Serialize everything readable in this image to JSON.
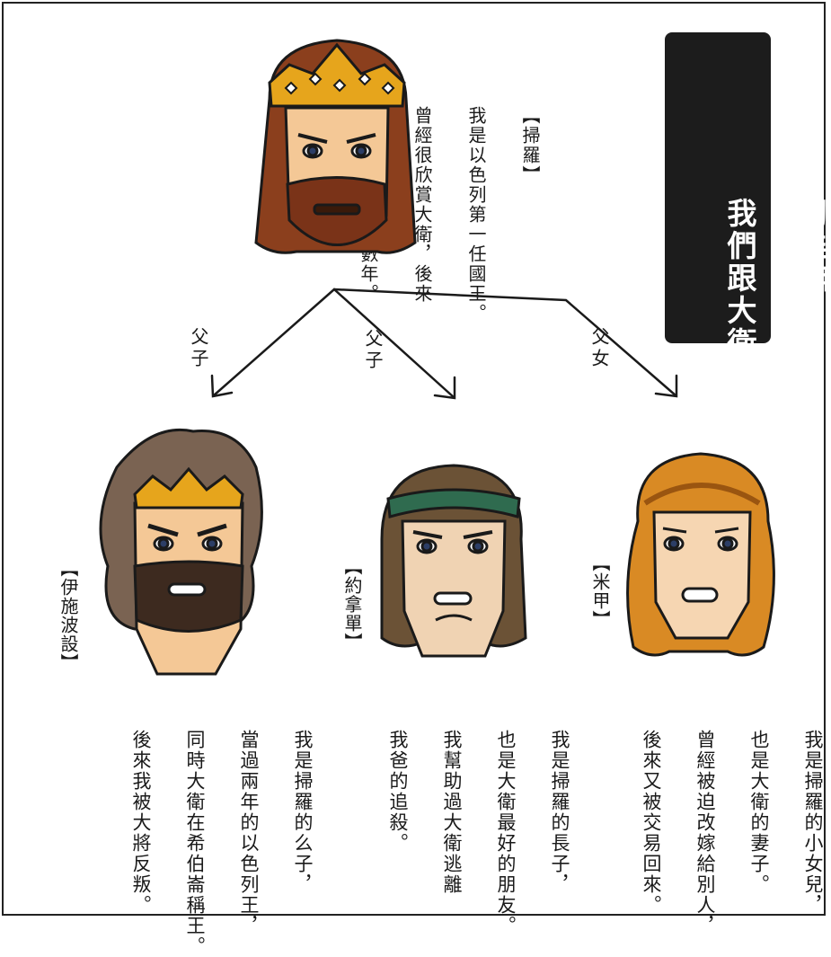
{
  "title": {
    "lines": [
      "那些年，",
      "我們跟大衛的淵源！"
    ]
  },
  "saul": {
    "name": "【掃羅】",
    "desc": [
      "我是以色列第一任國王。",
      "曾經很欣賞大衛，後來",
      "追殺大衛，纏鬥數年。"
    ]
  },
  "relations": [
    "父子",
    "父子",
    "父女"
  ],
  "ishbosheth": {
    "name": "【伊施波設】",
    "desc": [
      "我是掃羅的么子，",
      "當過兩年的以色列王，",
      "同時大衛在希伯崙稱王。",
      "後來我被大將反叛。"
    ]
  },
  "jonathan": {
    "name": "【約拿單】",
    "desc": [
      "我是掃羅的長子，",
      "也是大衛最好的朋友。",
      "我幫助過大衛逃離",
      "我爸的追殺。"
    ]
  },
  "michal": {
    "name": "【米甲】",
    "desc": [
      "我是掃羅的小女兒，",
      "也是大衛的妻子。",
      "曾經被迫改嫁給別人，",
      "後來又被交易回來。"
    ]
  },
  "colors": {
    "outline": "#1a1a1a",
    "skin": "#f4c896",
    "crown": "#e6a51c",
    "saul_hair": "#8b3f1d",
    "ish_hair": "#7a6352",
    "jon_hair": "#6b5236",
    "michal_hair": "#d98a24",
    "headband": "#2f6b4f"
  }
}
